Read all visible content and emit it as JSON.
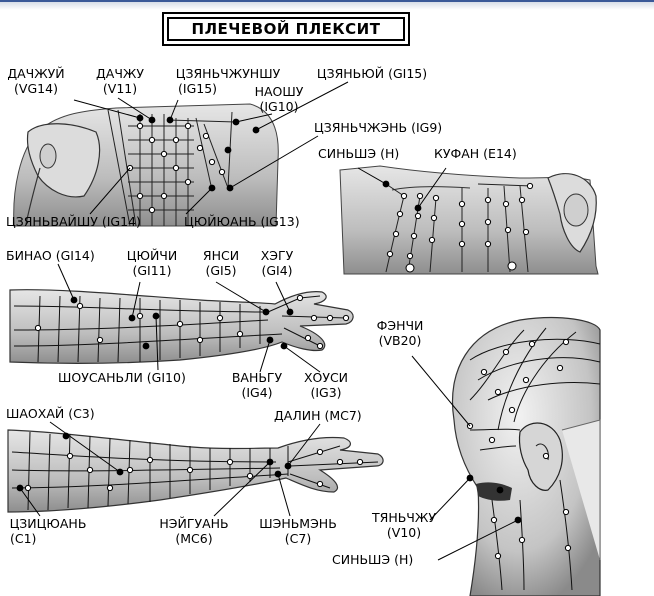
{
  "title": "ПЛЕЧЕВОЙ ПЛЕКСИТ",
  "labels": {
    "dazhui": [
      "ДАЧЖУЙ",
      "(VG14)"
    ],
    "dazhu": [
      "ДАЧЖУ",
      "(V11)"
    ],
    "jianzhongshu": [
      "ЦЗЯНЬЧЖУНШУ",
      "(IG15)"
    ],
    "jianyu": [
      "ЦЗЯНЬЮЙ (GI15)"
    ],
    "naoshu": [
      "НАОШУ",
      "(IG10)"
    ],
    "jianzhen": [
      "ЦЗЯНЬЧЖЭНЬ (IG9)"
    ],
    "xinshe_top": [
      "СИНЬШЭ (Н)"
    ],
    "kufang": [
      "КУФАН (Е14)"
    ],
    "jianwaishu": [
      "ЦЗЯНЬВАЙШУ (IG14)"
    ],
    "quyuan": [
      "ЦЮЙЮАНЬ (IG13)"
    ],
    "binao": [
      "БИНАО (GI14)"
    ],
    "quchi": [
      "ЦЮЙЧИ",
      "(GI11)"
    ],
    "yangxi": [
      "ЯНСИ",
      "(GI5)"
    ],
    "hegu": [
      "ХЭГУ",
      "(GI4)"
    ],
    "fengchi": [
      "ФЭНЧИ",
      "(VB20)"
    ],
    "shousanli": [
      "ШОУСАНЬЛИ (GI10)"
    ],
    "wangu": [
      "ВАНЬГУ",
      "(IG4)"
    ],
    "houxi": [
      "ХОУСИ",
      "(IG3)"
    ],
    "shaohai": [
      "ШАОХАЙ (С3)"
    ],
    "daling": [
      "ДАЛИН (МС7)"
    ],
    "jiquan": [
      "ЦЗИЦЮАНЬ",
      "(С1)"
    ],
    "neiguan": [
      "НЭЙГУАНЬ",
      "(МС6)"
    ],
    "shenmen": [
      "ШЭНЬМЭНЬ",
      "(С7)"
    ],
    "tianzhu": [
      "ТЯНЬЧЖУ",
      "(V10)"
    ],
    "xinshe_bottom": [
      "СИНЬШЭ (Н)"
    ]
  }
}
